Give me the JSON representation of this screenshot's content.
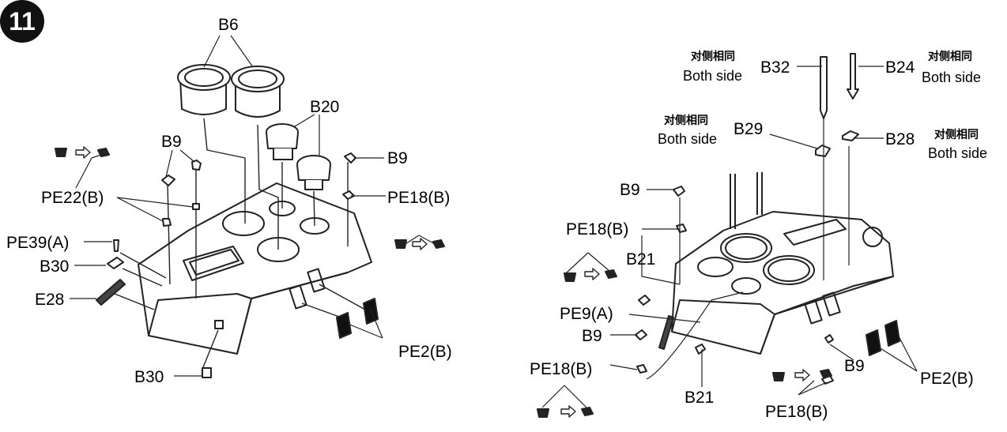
{
  "step": "11",
  "left_labels": {
    "b6": "B6",
    "b20": "B20",
    "b9_a": "B9",
    "b9_b": "B9",
    "pe22b": "PE22(B)",
    "pe18b": "PE18(B)",
    "pe39a": "PE39(A)",
    "b30_a": "B30",
    "e28": "E28",
    "b30_b": "B30",
    "pe2b": "PE2(B)"
  },
  "right_labels": {
    "b32": "B32",
    "b24": "B24",
    "b29": "B29",
    "b28": "B28",
    "b9_a": "B9",
    "pe18b_a": "PE18(B)",
    "b21_a": "B21",
    "pe9a": "PE9(A)",
    "b9_b": "B9",
    "pe18b_b": "PE18(B)",
    "b21_b": "B21",
    "b9_c": "B9",
    "pe2b": "PE2(B)",
    "pe18b_c": "PE18(B)"
  },
  "notes": {
    "cn": "对侧相同",
    "en": "Both side"
  },
  "icons": [
    "fold-arrow-icon",
    "part-bend-icon",
    "step-number-badge"
  ]
}
